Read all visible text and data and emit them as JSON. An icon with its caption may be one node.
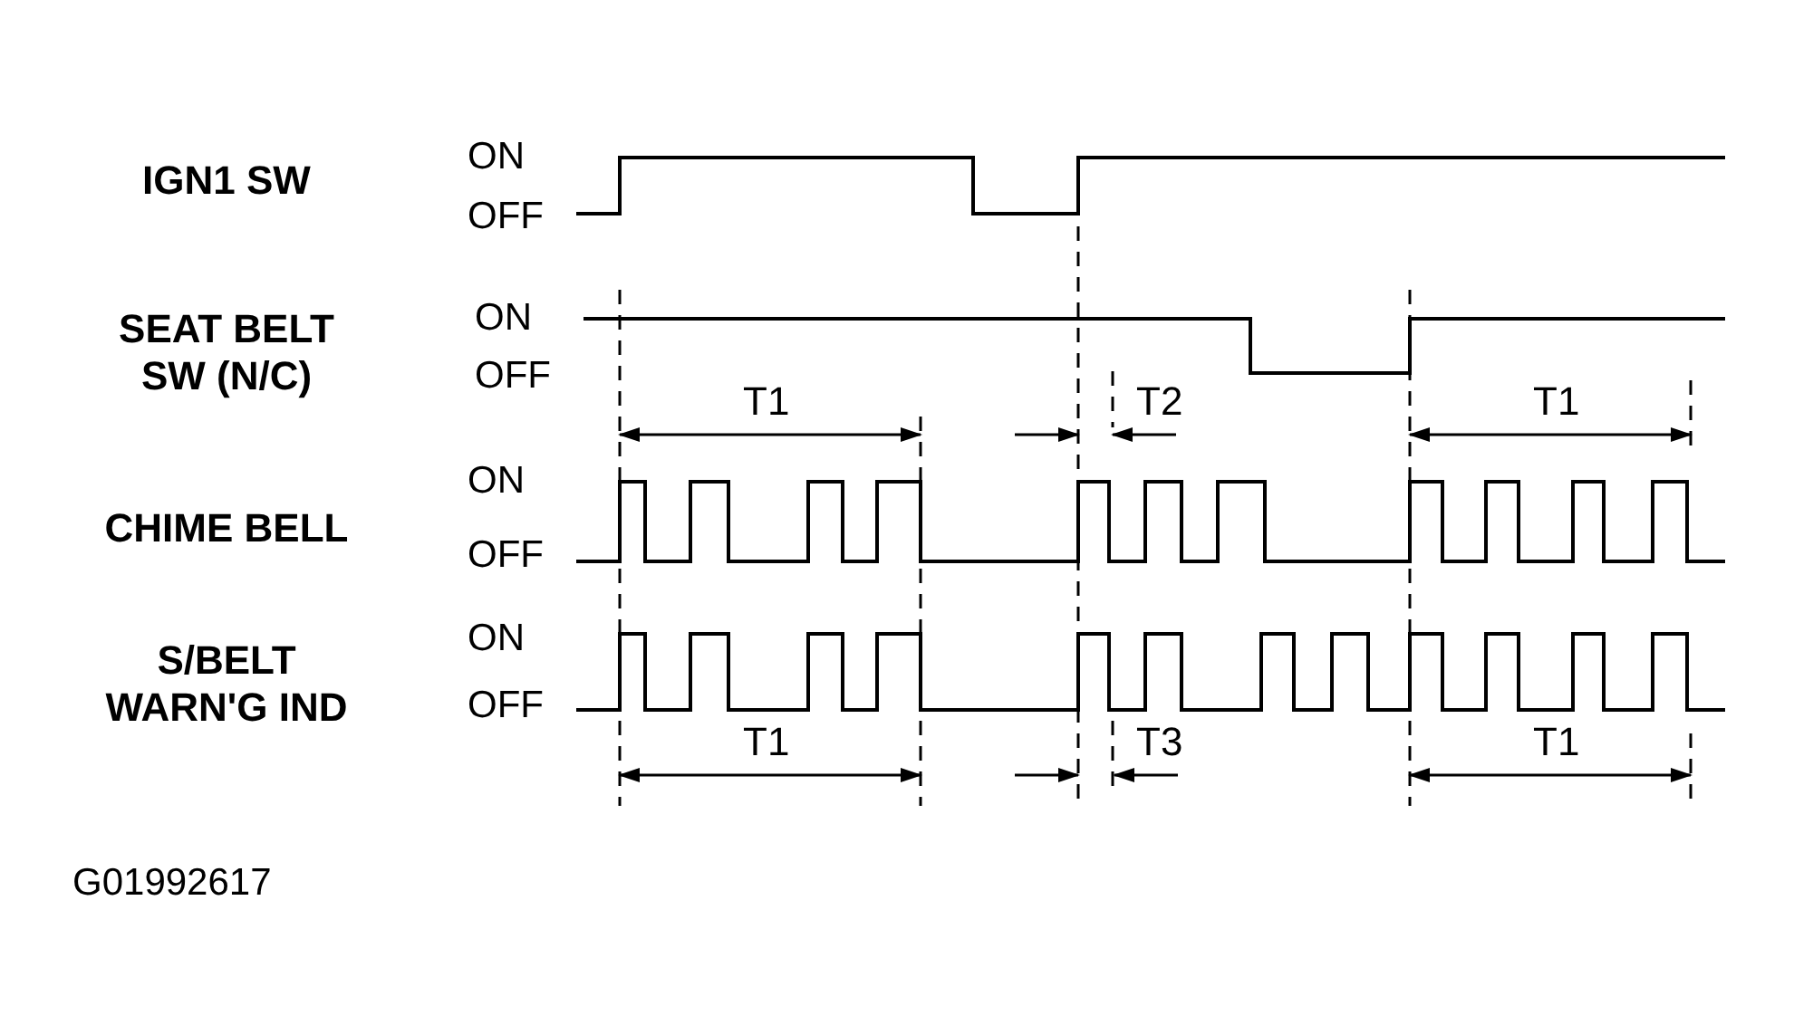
{
  "diagram": {
    "labels": [
      "IGN1 SW",
      "ON",
      "OFF",
      "SEAT BELT SW (N/C)",
      "ON",
      "OFF",
      "T1",
      "T2",
      "T1",
      "CHIME BELL",
      "ON",
      "OFF",
      "S/BELT WARN'G IND",
      "ON",
      "OFF",
      "T1",
      "T3",
      "T1",
      "G01992617"
    ]
  }
}
